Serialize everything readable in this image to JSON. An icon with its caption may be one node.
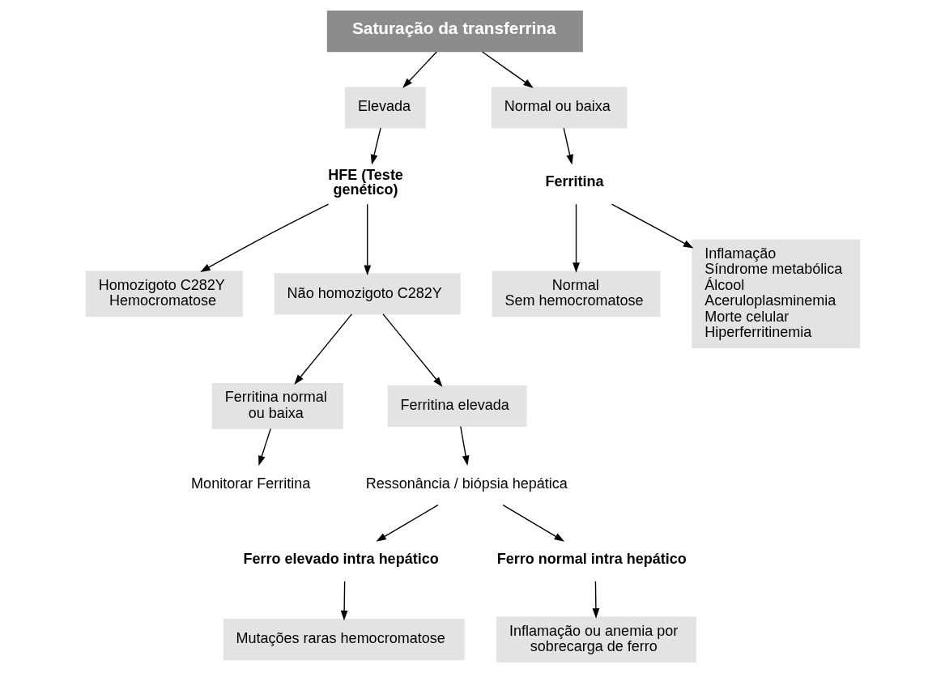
{
  "diagram": {
    "nodes": [
      {
        "text": [
          "Saturação da transferrina"
        ]
      },
      {
        "text": [
          "Elevada"
        ]
      },
      {
        "text": [
          "Normal ou baixa"
        ]
      },
      {
        "text": [
          "HFE (Teste genético)"
        ]
      },
      {
        "text": [
          "Ferritina"
        ]
      },
      {
        "text": [
          "Homozigoto C282Y",
          "Hemocromatose"
        ]
      },
      {
        "text": [
          "Não homozigoto C282Y"
        ]
      },
      {
        "text": [
          "Normal",
          "Sem hemocromatose"
        ]
      },
      {
        "text": [
          "Inflamação",
          "Síndrome metabólica",
          "Álcool",
          "Aceruloplasminemia",
          "Morte celular",
          "Hiperferritinemia"
        ]
      },
      {
        "text": [
          "Ferritina normal ou baixa"
        ]
      },
      {
        "text": [
          "Ferritina elevada"
        ]
      },
      {
        "text": [
          "Monitorar Ferritina"
        ]
      },
      {
        "text": [
          "Ressonância / biópsia hepática"
        ]
      },
      {
        "text": [
          "Ferro elevado intra hepático"
        ]
      },
      {
        "text": [
          "Ferro normal intra hepático"
        ]
      },
      {
        "text": [
          "Mutações raras hemocromatose"
        ]
      },
      {
        "text": [
          "Inflamação ou anemia por sobrecarga de ferro"
        ]
      }
    ],
    "edges": [
      {
        "from": 0,
        "to": 1,
        "arrow": "to"
      },
      {
        "from": 0,
        "to": 2,
        "arrow": "to"
      },
      {
        "from": 1,
        "to": 3,
        "arrow": "to"
      },
      {
        "from": 2,
        "to": 4,
        "arrow": "to"
      },
      {
        "from": 3,
        "to": 5,
        "arrow": "to"
      },
      {
        "from": 3,
        "to": 6,
        "arrow": "to"
      },
      {
        "from": 4,
        "to": 7,
        "arrow": "to"
      },
      {
        "from": 4,
        "to": 8,
        "arrow": "to"
      },
      {
        "from": 6,
        "to": 9,
        "arrow": "to"
      },
      {
        "from": 6,
        "to": 10,
        "arrow": "to"
      },
      {
        "from": 9,
        "to": 11,
        "arrow": "to"
      },
      {
        "from": 10,
        "to": 12,
        "arrow": "to"
      },
      {
        "from": 12,
        "to": 13,
        "arrow": "to"
      },
      {
        "from": 12,
        "to": 14,
        "arrow": "to"
      },
      {
        "from": 13,
        "to": 15,
        "arrow": "to"
      },
      {
        "from": 14,
        "to": 16,
        "arrow": "to"
      }
    ]
  }
}
